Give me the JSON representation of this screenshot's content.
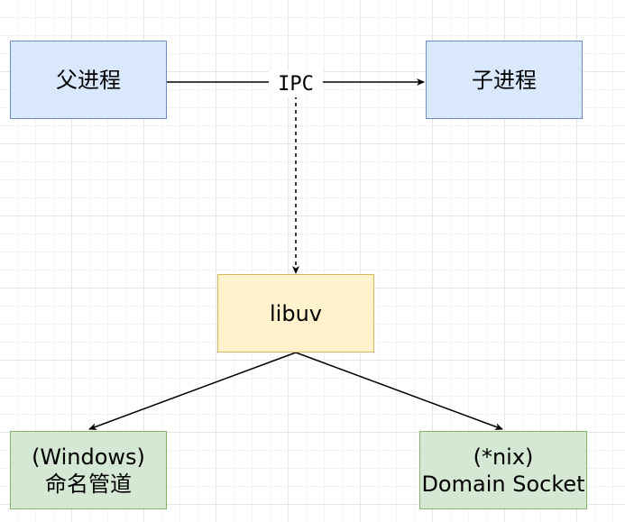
{
  "nodes": {
    "parent": {
      "label": "父进程"
    },
    "child": {
      "label": "子进程"
    },
    "libuv": {
      "label": "libuv"
    },
    "windows": {
      "line1": "(Windows)",
      "line2": "命名管道"
    },
    "unix": {
      "line1": "(*nix)",
      "line2": "Domain Socket"
    }
  },
  "edges": {
    "ipc_label": "IPC"
  },
  "colors": {
    "blue_fill": "#dae8fc",
    "blue_stroke": "#6c8ebf",
    "yellow_fill": "#fff2cc",
    "yellow_stroke": "#d6b656",
    "green_fill": "#d5e8d4",
    "green_stroke": "#82b366"
  }
}
